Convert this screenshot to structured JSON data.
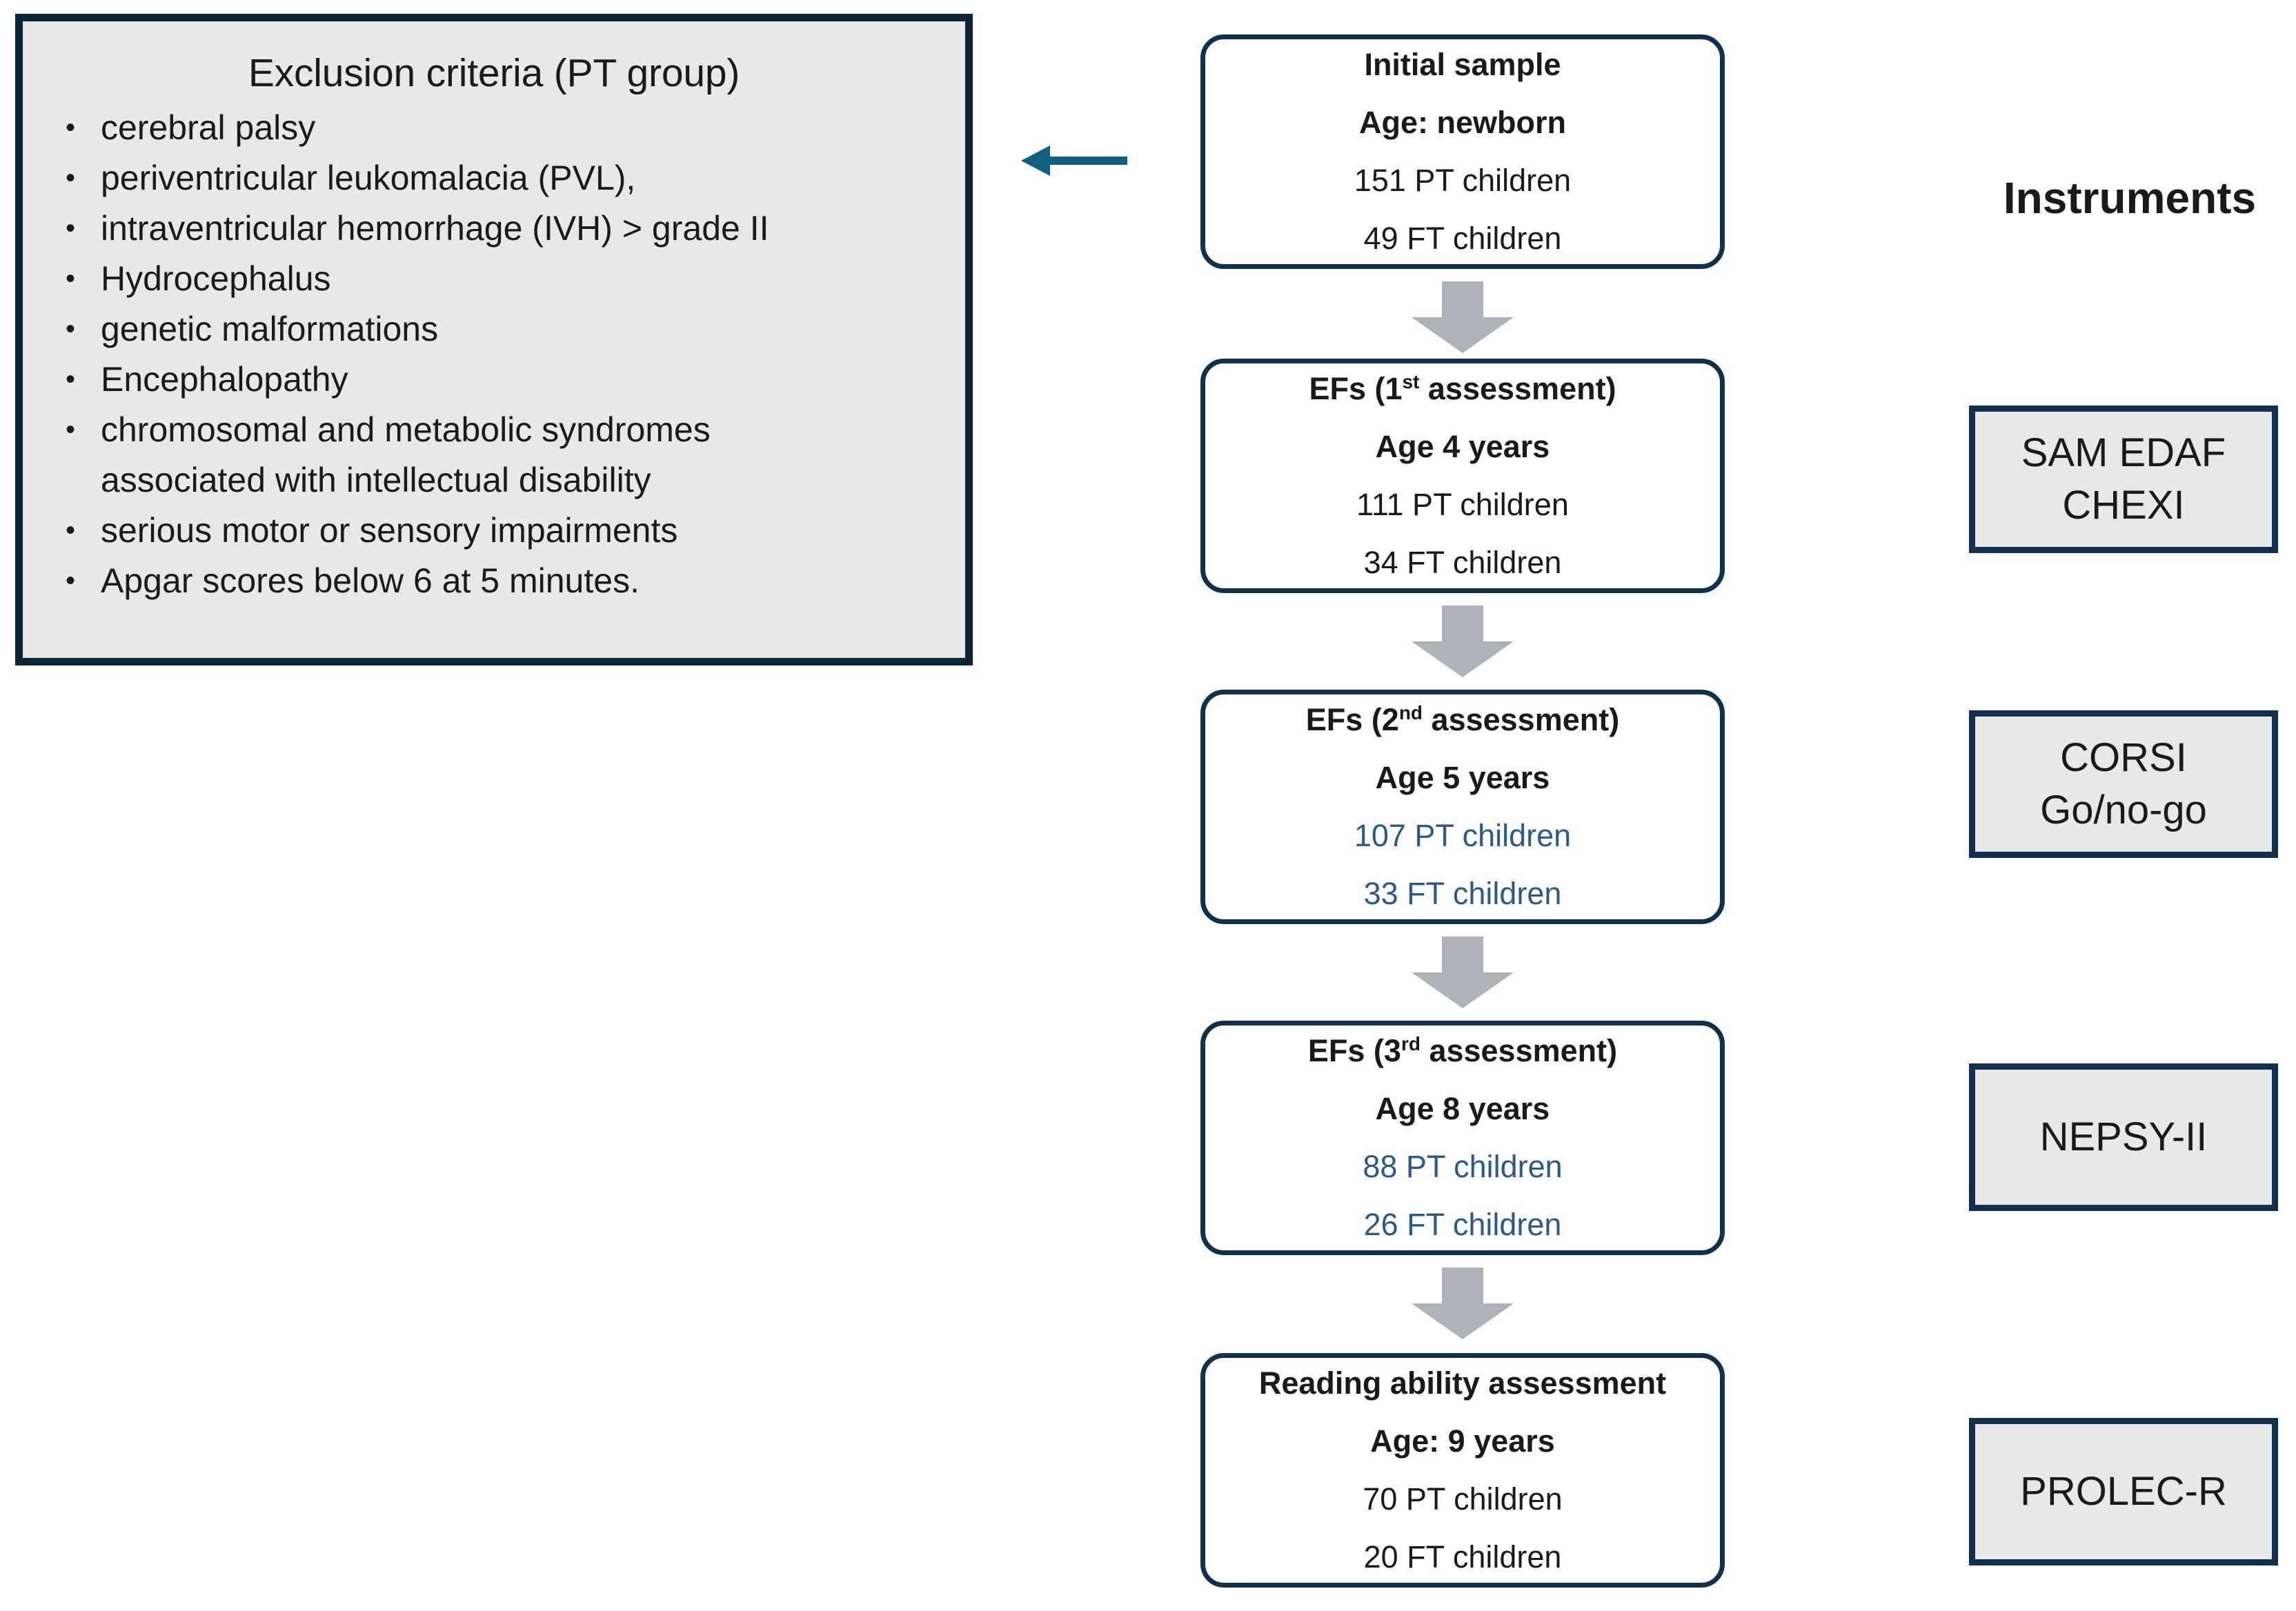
{
  "exclusion": {
    "title": "Exclusion criteria (PT group)",
    "items": [
      "cerebral palsy",
      "periventricular leukomalacia (PVL),",
      "intraventricular hemorrhage (IVH) > grade II",
      "Hydrocephalus",
      "genetic malformations",
      "Encephalopathy",
      "chromosomal and metabolic syndromes\nassociated with intellectual disability",
      "serious motor or sensory impairments",
      "Apgar scores below 6 at 5 minutes."
    ]
  },
  "arrow": {
    "direction": "left",
    "color": "#0f6080"
  },
  "flow": {
    "connector_color": "#adb2b8",
    "boxes": [
      {
        "title": "Initial sample",
        "age": "Age: newborn",
        "pt": "151 PT children",
        "ft": "49 FT children",
        "count_color": "#1a1a1a"
      },
      {
        "title_pre": "EFs (1",
        "title_sup": "st",
        "title_post": " assessment)",
        "age": "Age 4 years",
        "pt": "111 PT children",
        "ft": "34 FT children",
        "count_color": "#1a1a1a"
      },
      {
        "title_pre": "EFs (2",
        "title_sup": "nd",
        "title_post": " assessment)",
        "age": "Age 5 years",
        "pt": "107 PT children",
        "ft": "33 FT children",
        "count_color": "#2b5a86"
      },
      {
        "title_pre": "EFs (3",
        "title_sup": "rd",
        "title_post": " assessment)",
        "age": "Age 8 years",
        "pt": "88 PT children",
        "ft": "26 FT children",
        "count_color": "#2b5a86"
      },
      {
        "title": "Reading ability assessment",
        "age": "Age: 9 years",
        "pt": "70 PT children",
        "ft": "20 FT children",
        "count_color": "#1a1a1a"
      }
    ]
  },
  "instruments": {
    "heading": "Instruments",
    "boxes": [
      {
        "lines": [
          "SAM EDAF",
          "CHEXI"
        ]
      },
      {
        "lines": [
          "CORSI",
          "Go/no-go"
        ]
      },
      {
        "lines": [
          "NEPSY-II"
        ]
      },
      {
        "lines": [
          "PROLEC-R"
        ]
      }
    ]
  },
  "colors": {
    "border_navy": "#0d2538",
    "box_fill_gray": "#e8e8e8",
    "accent_blue_text": "#2b5a86",
    "teal_arrow": "#0f6080",
    "gray_arrow": "#adb2b8"
  }
}
